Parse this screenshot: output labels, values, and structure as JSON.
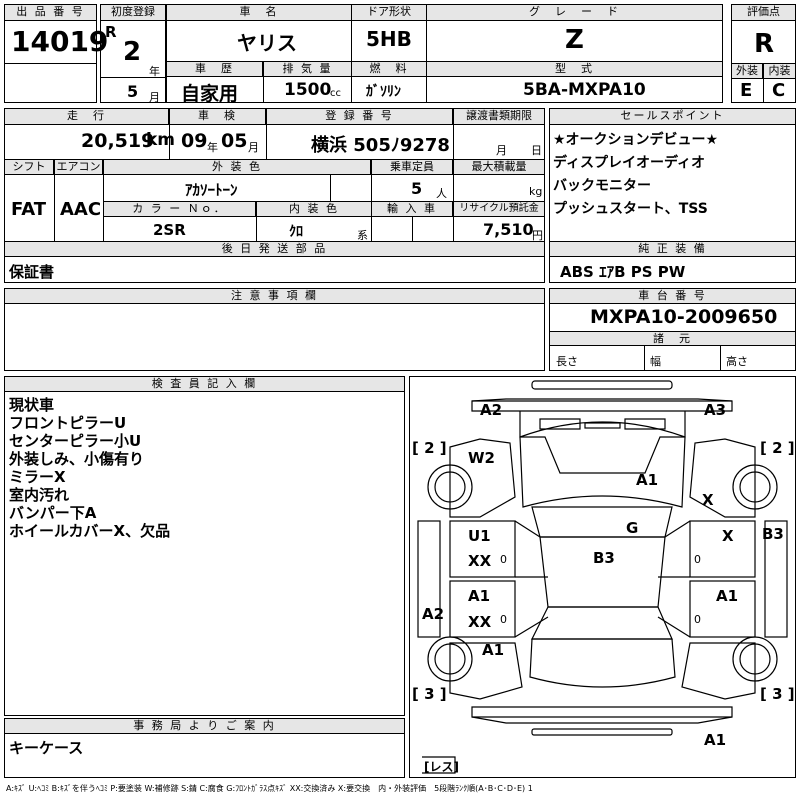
{
  "header": {
    "lot_no_label": "出 品 番 号",
    "lot_no": "14019",
    "first_reg_label": "初度登録",
    "era_letter": "R",
    "first_reg_year": "2",
    "year_unit": "年",
    "first_reg_month": "5",
    "month_unit": "月",
    "car_name_label": "車　名",
    "car_name": "ヤリス",
    "history_label": "車　歴",
    "history": "自家用",
    "displacement_label": "排 気 量",
    "displacement": "1500",
    "cc_unit": "cc",
    "door_label": "ドア形状",
    "door": "5HB",
    "fuel_label": "燃　料",
    "fuel": "ｶﾞｿﾘﾝ",
    "grade_label": "グ　レ　ー　ド",
    "grade": "Z",
    "model_label": "型　式",
    "model": "5BA-MXPA10",
    "score_label": "評価点",
    "score": "R",
    "exterior_label": "外装",
    "exterior": "E",
    "interior_label": "内装",
    "interior": "C"
  },
  "row2": {
    "mileage_label": "走　行",
    "mileage": "20,519",
    "km_unit": "km",
    "inspection_label": "車　検",
    "inspection_year": "09",
    "inspection_month": "05",
    "year_unit": "年",
    "month_unit": "月",
    "reg_no_label": "登 録 番 号",
    "reg_no": "横浜 505ﾉ9278",
    "transfer_label": "譲渡書類期限",
    "transfer_month_unit": "月",
    "transfer_day_unit": "日",
    "shift_label": "シフト",
    "shift": "FAT",
    "ac_label": "エアコン",
    "ac": "AAC",
    "exterior_color_label": "外 装 色",
    "exterior_color": "ｱｶｿｰﾄｰﾝ",
    "capacity_label": "乗車定員",
    "capacity": "5",
    "capacity_unit": "人",
    "max_load_label": "最大積載量",
    "kg_unit": "kg",
    "color_no_label": "カ ラ ー Ｎｏ．",
    "color_no": "2SR",
    "interior_color_label": "内 装 色",
    "interior_color": "ｸﾛ",
    "interior_color_unit": "系",
    "import_label": "輸 入 車",
    "recycle_label": "リサイクル預託金",
    "recycle": "7,510",
    "yen_unit": "円"
  },
  "sales_points": {
    "label": "セールスポイント",
    "items": [
      "★オークションデビュー★",
      "ディスプレイオーディオ",
      "バックモニター",
      "プッシュスタート、TSS"
    ]
  },
  "later_parts": {
    "label": "後 日 発 送 部 品",
    "value": "保証書"
  },
  "genuine_equipment": {
    "label": "純 正 装 備",
    "value": "ABS ｴｱB PS PW"
  },
  "caution": {
    "label": "注 意 事 項 欄"
  },
  "chassis": {
    "label": "車 台 番 号",
    "value": "MXPA10-2009650",
    "specs_label": "諸　元",
    "length_label": "長さ",
    "width_label": "幅",
    "height_label": "高さ"
  },
  "inspector": {
    "label": "検 査 員 記 入 欄",
    "lines": [
      "現状車",
      "フロントピラーU",
      "センターピラー小U",
      "外装しみ、小傷有り",
      "ミラーX",
      "室内汚れ",
      "バンパー下A",
      "ホイールカバーX、欠品"
    ]
  },
  "office": {
    "label": "事 務 局 よ り ご 案 内",
    "value": "キーケース"
  },
  "diagram": {
    "marks": {
      "front_left": "A2",
      "front_right": "A3",
      "w2": "W2",
      "hood": "A1",
      "right_front_fender": "X",
      "glass": "G",
      "left_front_door": "U1",
      "left_front_door_2": "XX",
      "right_front_door": "X",
      "right_panel": "B3",
      "roof": "B3",
      "left_rear_door": "A1",
      "left_rear_door_2": "XX",
      "right_rear_door": "A1",
      "left_side": "A2",
      "left_rear_fender": "A1",
      "rear_bumper": "A1",
      "tire_fl": "2",
      "tire_fr": "2",
      "tire_rl": "3",
      "tire_rr": "3",
      "spare": "レス",
      "zero": "0"
    }
  },
  "legend": "A:ｷｽﾞ U:ﾍｺﾐ B:ｷｽﾞを伴うﾍｺﾐ P:要塗装 W:補修跡 S:錆 C:腐食 G:ﾌﾛﾝﾄｶﾞﾗｽ点ｷｽﾞ XX:交換済み X:要交換　内・外装評価　5段階ﾗﾝｸ順(A･B･C･D･E) 1"
}
